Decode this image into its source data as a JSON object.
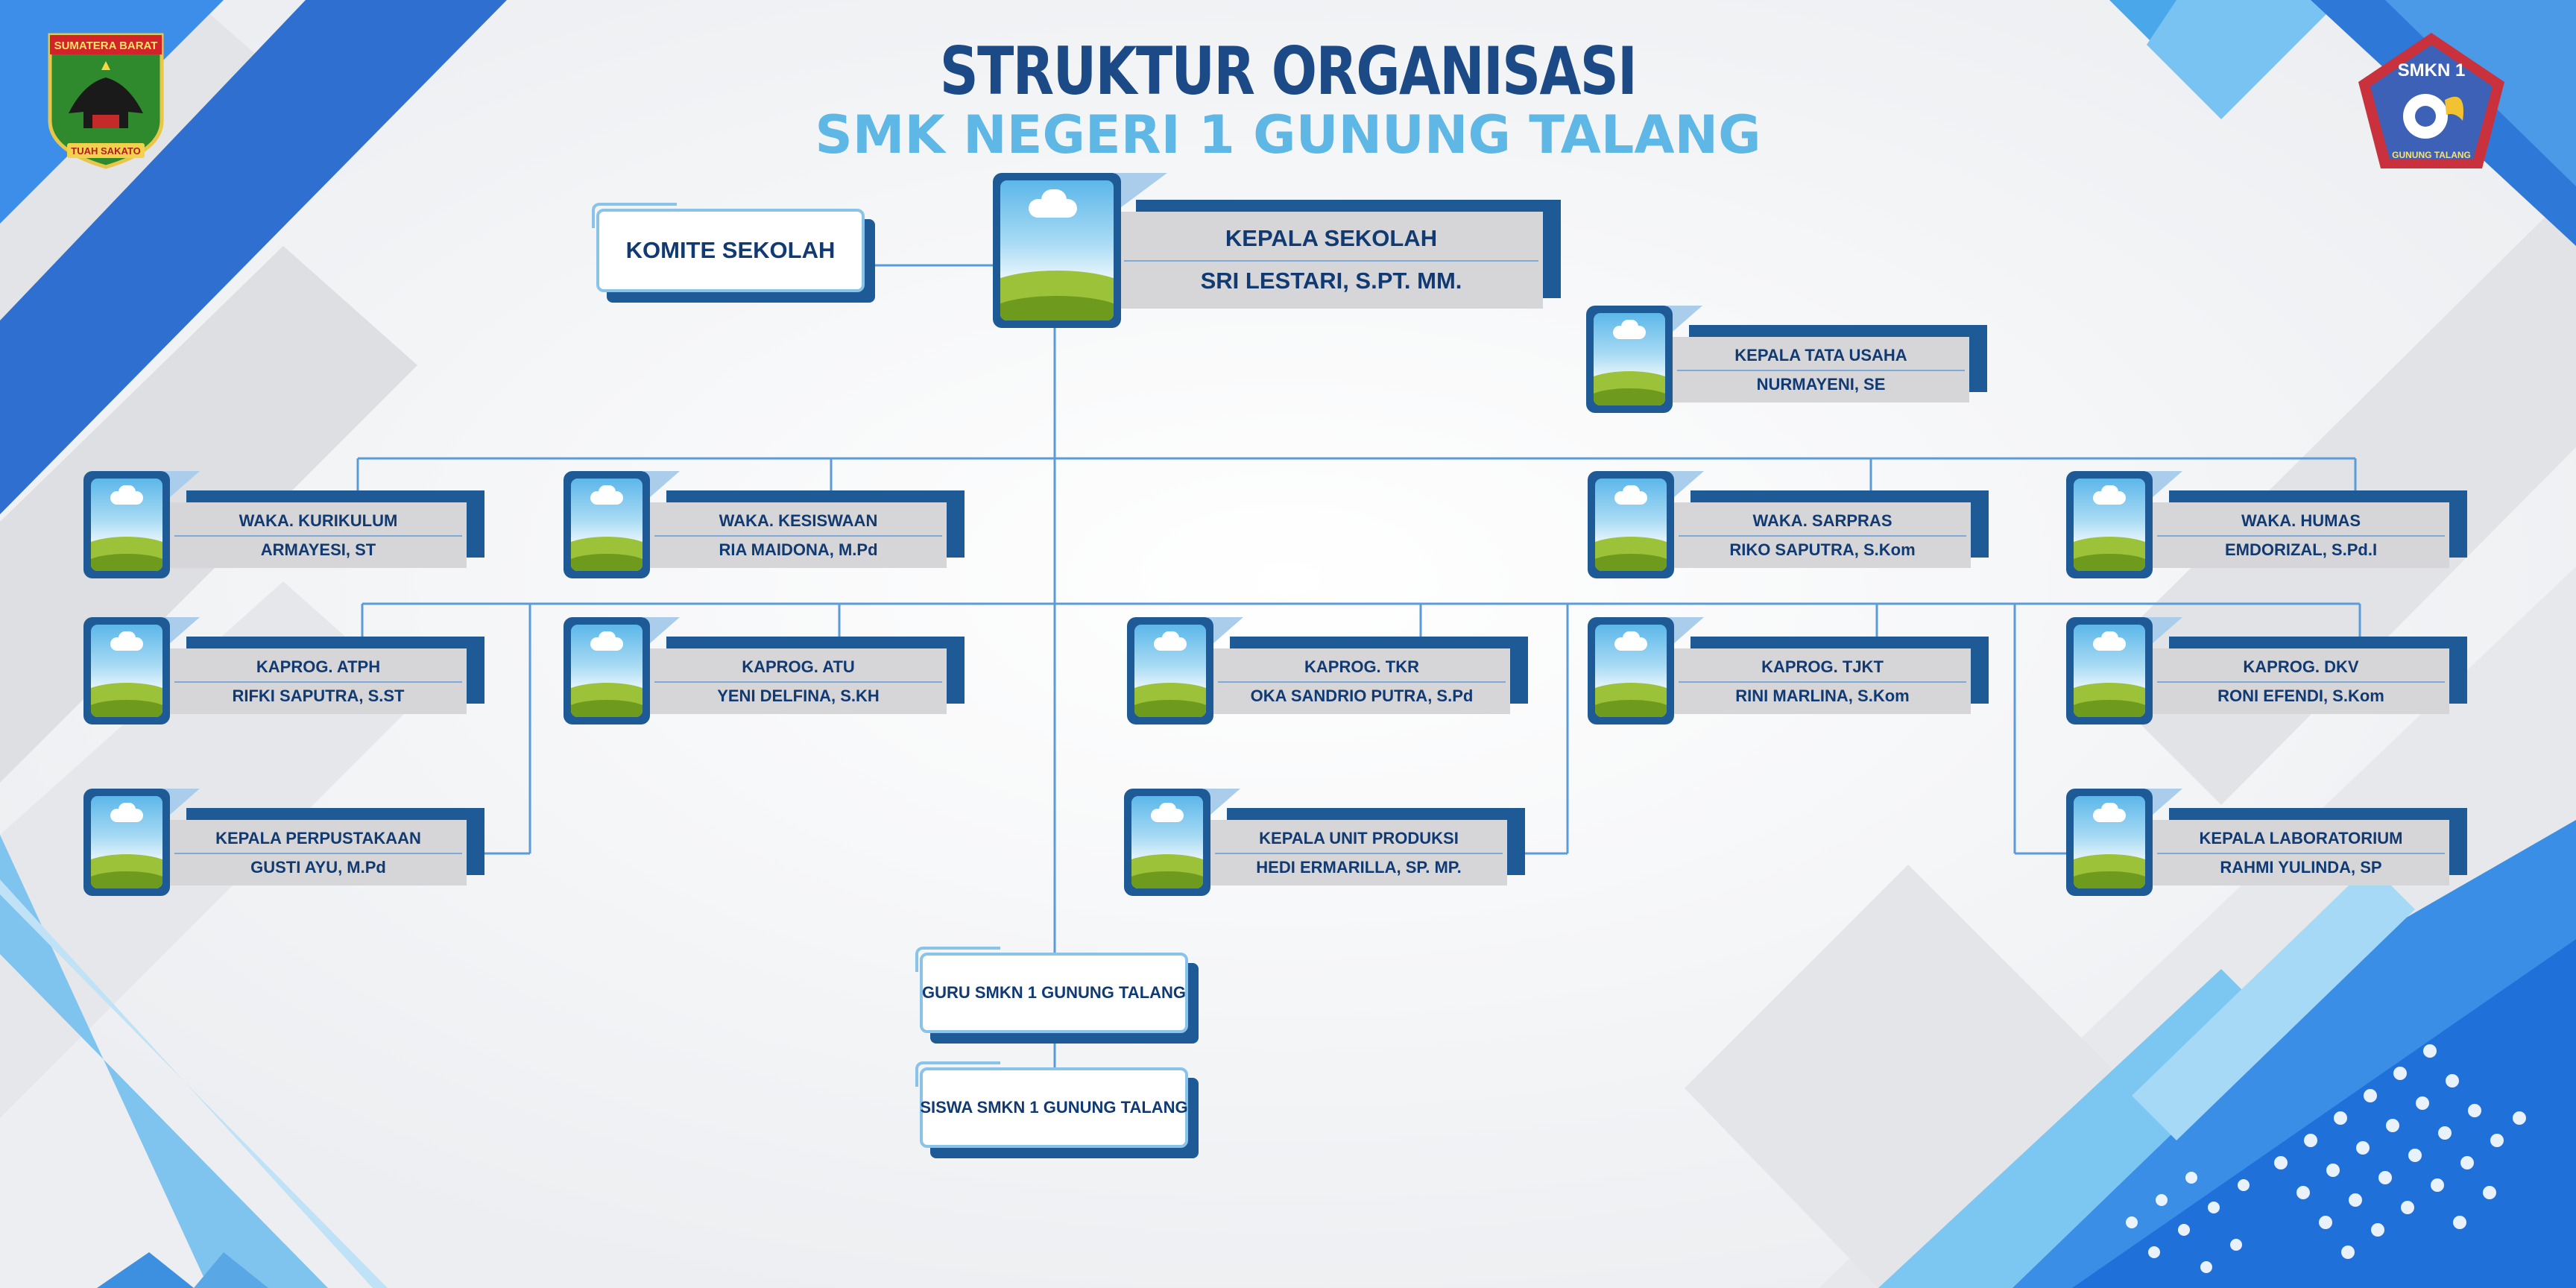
{
  "title": "STRUKTUR ORGANISASI",
  "subtitle": "SMK NEGERI 1 GUNUNG TALANG",
  "logos": {
    "left": {
      "top_text": "SUMATERA BARAT",
      "bottom_text": "TUAH SAKATO"
    },
    "right": {
      "top_text": "SMKN 1",
      "bottom_text": "GUNUNG TALANG"
    }
  },
  "colors": {
    "navy": "#1c4a86",
    "accent": "#5fb7e6",
    "card_dark": "#1e5a96",
    "card_grey": "#d6d6d8"
  },
  "committee": "KOMITE SEKOLAH",
  "head": {
    "role": "KEPALA SEKOLAH",
    "name": "SRI LESTARI, S.PT. MM."
  },
  "staff": [
    {
      "role": "KEPALA TATA USAHA",
      "name": "NURMAYENI, SE"
    },
    {
      "role": "WAKA. KURIKULUM",
      "name": "ARMAYESI, ST"
    },
    {
      "role": "WAKA. KESISWAAN",
      "name": "RIA MAIDONA, M.Pd"
    },
    {
      "role": "WAKA. SARPRAS",
      "name": "RIKO SAPUTRA, S.Kom"
    },
    {
      "role": "WAKA. HUMAS",
      "name": "EMDORIZAL, S.Pd.I"
    },
    {
      "role": "KAPROG. ATPH",
      "name": "RIFKI SAPUTRA, S.ST"
    },
    {
      "role": "KAPROG. ATU",
      "name": "YENI DELFINA, S.KH"
    },
    {
      "role": "KAPROG. TKR",
      "name": "OKA SANDRIO PUTRA, S.Pd"
    },
    {
      "role": "KAPROG. TJKT",
      "name": "RINI MARLINA, S.Kom"
    },
    {
      "role": "KAPROG. DKV",
      "name": "RONI EFENDI, S.Kom"
    },
    {
      "role": "KEPALA PERPUSTAKAAN",
      "name": "GUSTI AYU, M.Pd"
    },
    {
      "role": "KEPALA UNIT PRODUKSI",
      "name": "HEDI ERMARILLA, SP. MP."
    },
    {
      "role": "KEPALA LABORATORIUM",
      "name": "RAHMI YULINDA, SP"
    }
  ],
  "teachers": "GURU SMKN 1 GUNUNG TALANG",
  "students": "SISWA SMKN 1 GUNUNG TALANG"
}
